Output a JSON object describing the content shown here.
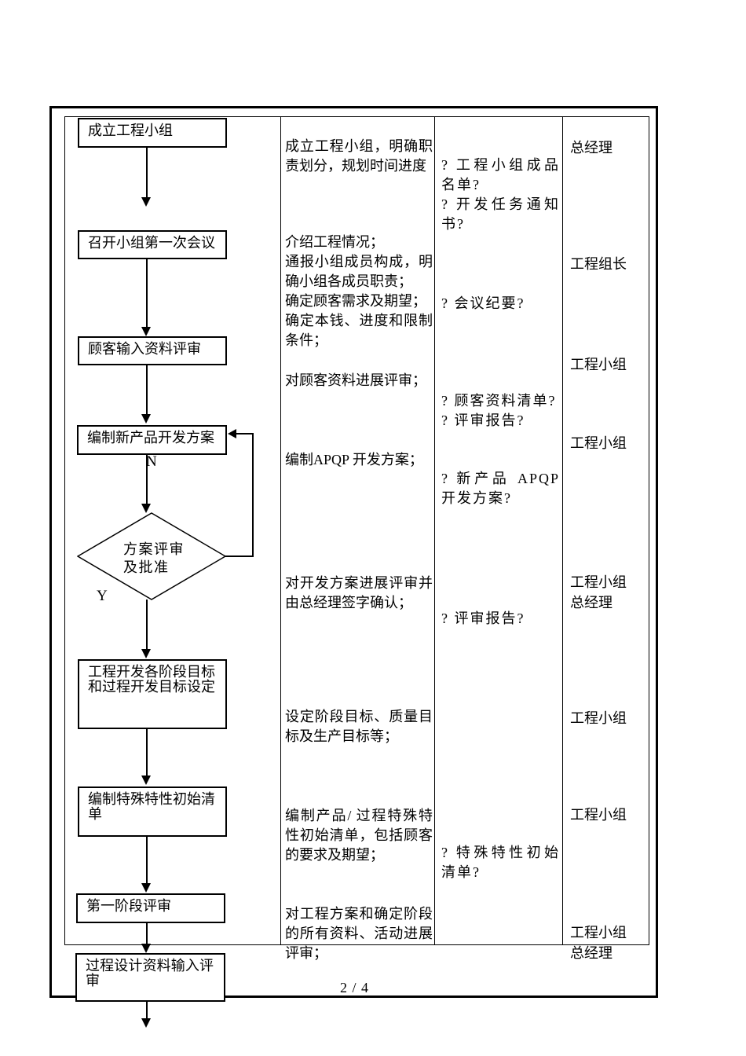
{
  "page_footer": {
    "page_number": "2 / 4"
  },
  "flowchart": {
    "boxes": [
      {
        "label": "成立工程小组"
      },
      {
        "label": "召开小组第一次会议"
      },
      {
        "label": "顾客输入资料评审"
      },
      {
        "label": "编制新产品开发方案"
      },
      {
        "label": "工程开发各阶段目标和过程开发目标设定"
      },
      {
        "label": "编制特殊特性初始清单"
      },
      {
        "label": "第一阶段评审"
      },
      {
        "label": "过程设计资料输入评审"
      }
    ],
    "decision": {
      "label": "方案评审\n及批准",
      "no_label": "N",
      "yes_label": "Y"
    }
  },
  "columns": {
    "descriptions": [
      {
        "text": "成立工程小组，明确职责划分，规划时间进度"
      },
      {
        "text": "介绍工程情况；\n通报小组成员构成，明确小组各成员职责；\n确定顾客需求及期望；\n确定本钱、进度和限制条件；"
      },
      {
        "text": "对顾客资料进展评审；"
      },
      {
        "text": "编制APQP 开发方案；"
      },
      {
        "text": "对开发方案进展评审并由总经理签字确认；"
      },
      {
        "text": "设定阶段目标、质量目标及生产目标等；"
      },
      {
        "text": "编制产品/ 过程特殊特性初始清单，包括顾客的要求及期望；"
      },
      {
        "text": "对工程方案和确定阶段的所有资料、活动进展评审；"
      }
    ],
    "outputs": [
      {
        "text": "? 工程小组成品名单?"
      },
      {
        "text": "? 开发任务通知书?"
      },
      {
        "text": "? 会议纪要?"
      },
      {
        "text": "? 顾客资料清单?"
      },
      {
        "text": "? 评审报告?"
      },
      {
        "text": "? 新产品 APQP 开发方案?"
      },
      {
        "text": "? 评审报告?"
      },
      {
        "text": "? 特殊特性初始清单?"
      }
    ],
    "responsibles": [
      {
        "text": "总经理"
      },
      {
        "text": "工程组长"
      },
      {
        "text": "工程小组"
      },
      {
        "text": "工程小组"
      },
      {
        "text": "工程小组\n总经理"
      },
      {
        "text": "工程小组"
      },
      {
        "text": "工程小组"
      },
      {
        "text": "工程小组\n总经理"
      }
    ]
  }
}
